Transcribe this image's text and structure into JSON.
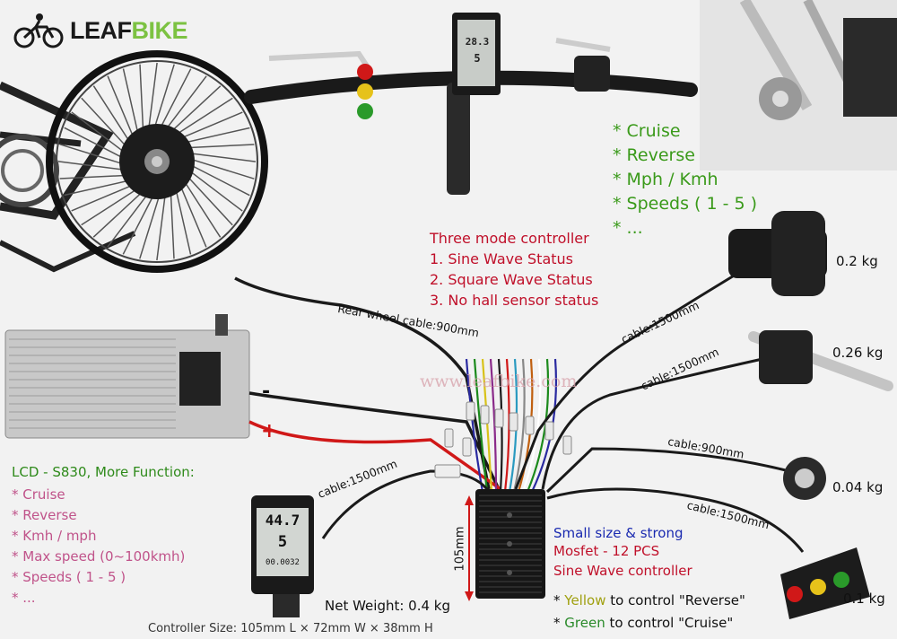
{
  "brand": {
    "name_dark": "LEAF",
    "name_accent": "BIKE"
  },
  "watermark": "www.leafbike.com",
  "display_features": [
    "* Cruise",
    "* Reverse",
    "* Mph / Kmh",
    "* Speeds ( 1 - 5 )",
    "* ..."
  ],
  "controller_modes": {
    "title": "Three mode controller",
    "items": [
      "1. Sine Wave Status",
      "2. Square Wave Status",
      "3. No hall sensor status"
    ]
  },
  "weights": {
    "throttle": "0.2 kg",
    "brake_lever": "0.26 kg",
    "pas_sensor": "0.04 kg",
    "switch": "0.1 kg",
    "controller": "Net Weight: 0.4 kg"
  },
  "cables": {
    "rear_wheel": "Rear wheel cable:900mm",
    "throttle": "cable:1500mm",
    "brake": "cable:1500mm",
    "pas": "cable:900mm",
    "switch": "cable:1500mm",
    "lcd": "cable:1500mm"
  },
  "battery": {
    "minus": "-",
    "plus": "+"
  },
  "lcd": {
    "title": "LCD - S830, More Function:",
    "features": [
      "* Cruise",
      "* Reverse",
      "* Kmh / mph",
      "* Max speed (0~100kmh)",
      "* Speeds ( 1 - 5 )",
      "* ..."
    ],
    "speed_reading": "44.7",
    "gear_reading": "5",
    "odo_reading": "00.0032",
    "top_speed_reading": "28.3",
    "top_gear_reading": "5"
  },
  "controller": {
    "height_dim": "105mm",
    "line1": "Small size & strong",
    "line2": "Mosfet - 12 PCS",
    "line3": "Sine Wave controller",
    "yellow_prefix": "* ",
    "yellow_word": "Yellow",
    "yellow_rest": " to control \"Reverse\"",
    "green_prefix": "* ",
    "green_word": "Green",
    "green_rest": " to control \"Cruise\"",
    "size": "Controller Size: 105mm L × 72mm W × 38mm H"
  },
  "colors": {
    "brand_green": "#7cc242",
    "feature_green": "#3a9a1a",
    "mode_red": "#c0102a",
    "lcd_pink": "#c0538a",
    "controller_blue": "#1a2ab0",
    "wire_red": "#d01818",
    "wire_black": "#1a1a1a"
  }
}
